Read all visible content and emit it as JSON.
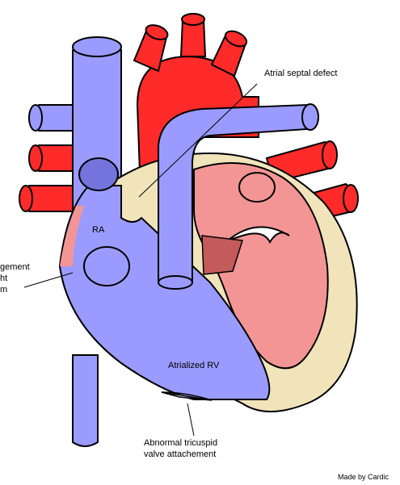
{
  "labels": {
    "atrial_septal_defect": "Atrial septal defect",
    "ra": "RA",
    "atrialized_rv": "Atrialized RV",
    "abnormal_tricuspid_line1": "Abnormal tricuspid",
    "abnormal_tricuspid_line2": "valve attachement",
    "enlargement_line1": "gement",
    "enlargement_line2": "ht",
    "enlargement_line3": "m",
    "credit": "Made by Cardic"
  },
  "colors": {
    "blue": "#9b9bff",
    "dark_blue": "#7474dc",
    "red": "#ff2a2a",
    "pink": "#f49595",
    "tan": "#f1e4bb",
    "valve": "#c35b5b",
    "outline": "#000000"
  }
}
